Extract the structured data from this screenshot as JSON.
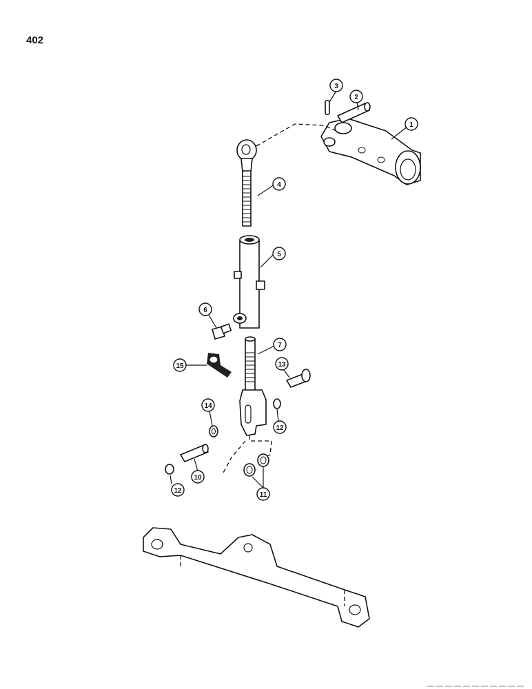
{
  "page_number": "402",
  "callouts": [
    {
      "id": "c1",
      "label": "1"
    },
    {
      "id": "c2",
      "label": "2"
    },
    {
      "id": "c3",
      "label": "3"
    },
    {
      "id": "c4",
      "label": "4"
    },
    {
      "id": "c5",
      "label": "5"
    },
    {
      "id": "c6",
      "label": "6"
    },
    {
      "id": "c7",
      "label": "7"
    },
    {
      "id": "c10",
      "label": "10"
    },
    {
      "id": "c11",
      "label": "11"
    },
    {
      "id": "c12a",
      "label": "12"
    },
    {
      "id": "c12b",
      "label": "12"
    },
    {
      "id": "c13",
      "label": "13"
    },
    {
      "id": "c14",
      "label": "14"
    },
    {
      "id": "c15",
      "label": "15"
    }
  ]
}
